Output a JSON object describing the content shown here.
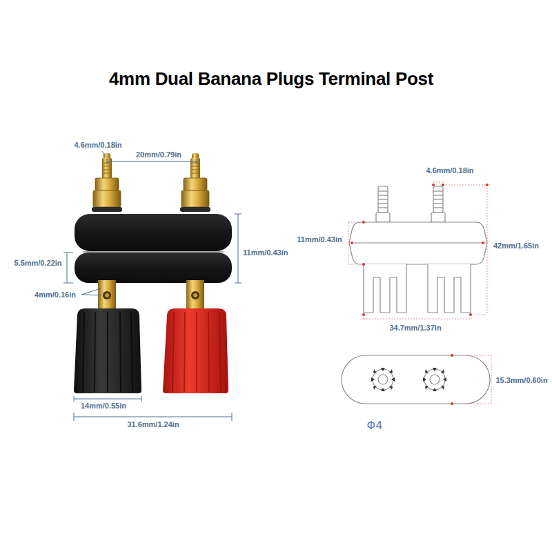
{
  "diagram": {
    "title": "4mm Dual Banana Plugs Terminal Post",
    "labels": [
      "4.6mm/0.18in",
      "20mm/0.79in",
      "11mm/0.43in",
      "5.5mm/0.22in",
      "4mm/0.16in",
      "14mm/0.55in",
      "31.6mm/1.24in",
      "4.6mm/0.18in",
      "11mm/0.43in",
      "42mm/1.65in",
      "34.7mm/1.37in",
      "15.3mm/0.60in",
      "Φ4"
    ]
  }
}
